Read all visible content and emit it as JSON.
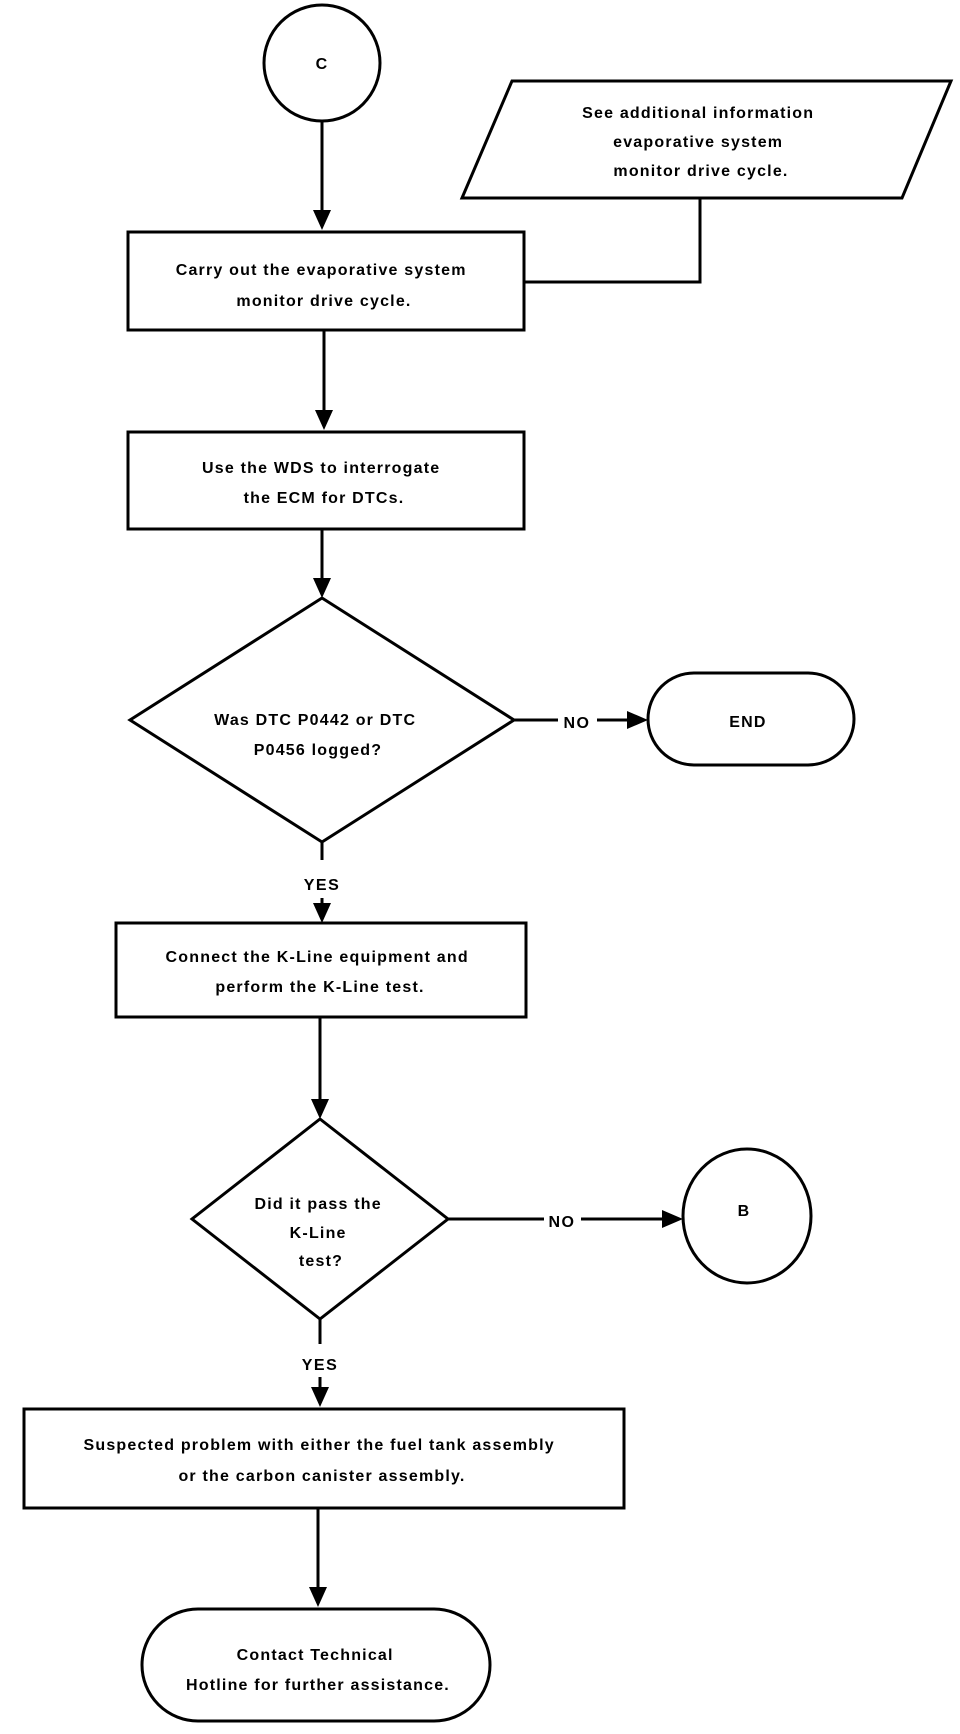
{
  "connectors": {
    "c": "C",
    "b": "B"
  },
  "notes": {
    "additional_info": [
      "See additional information",
      "evaporative system",
      "monitor drive cycle."
    ]
  },
  "steps": {
    "drive_cycle": [
      "Carry out the evaporative system",
      "monitor drive cycle."
    ],
    "interrogate": [
      "Use the WDS to interrogate",
      "the ECM for DTCs."
    ],
    "kline_connect": [
      "Connect the K-Line equipment and",
      "perform the K-Line test."
    ],
    "suspected": [
      "Suspected problem with either the fuel tank assembly",
      "or the carbon canister assembly."
    ]
  },
  "decisions": {
    "dtc_logged": [
      "Was DTC P0442 or DTC",
      "P0456 logged?"
    ],
    "kline_pass": [
      "Did it pass the",
      "K-Line",
      "test?"
    ]
  },
  "terminals": {
    "end": "END",
    "contact": [
      "Contact Technical",
      "Hotline for further assistance."
    ]
  },
  "branch_labels": {
    "dtc_no": "NO",
    "dtc_yes": "YES",
    "kline_no": "NO",
    "kline_yes": "YES"
  }
}
